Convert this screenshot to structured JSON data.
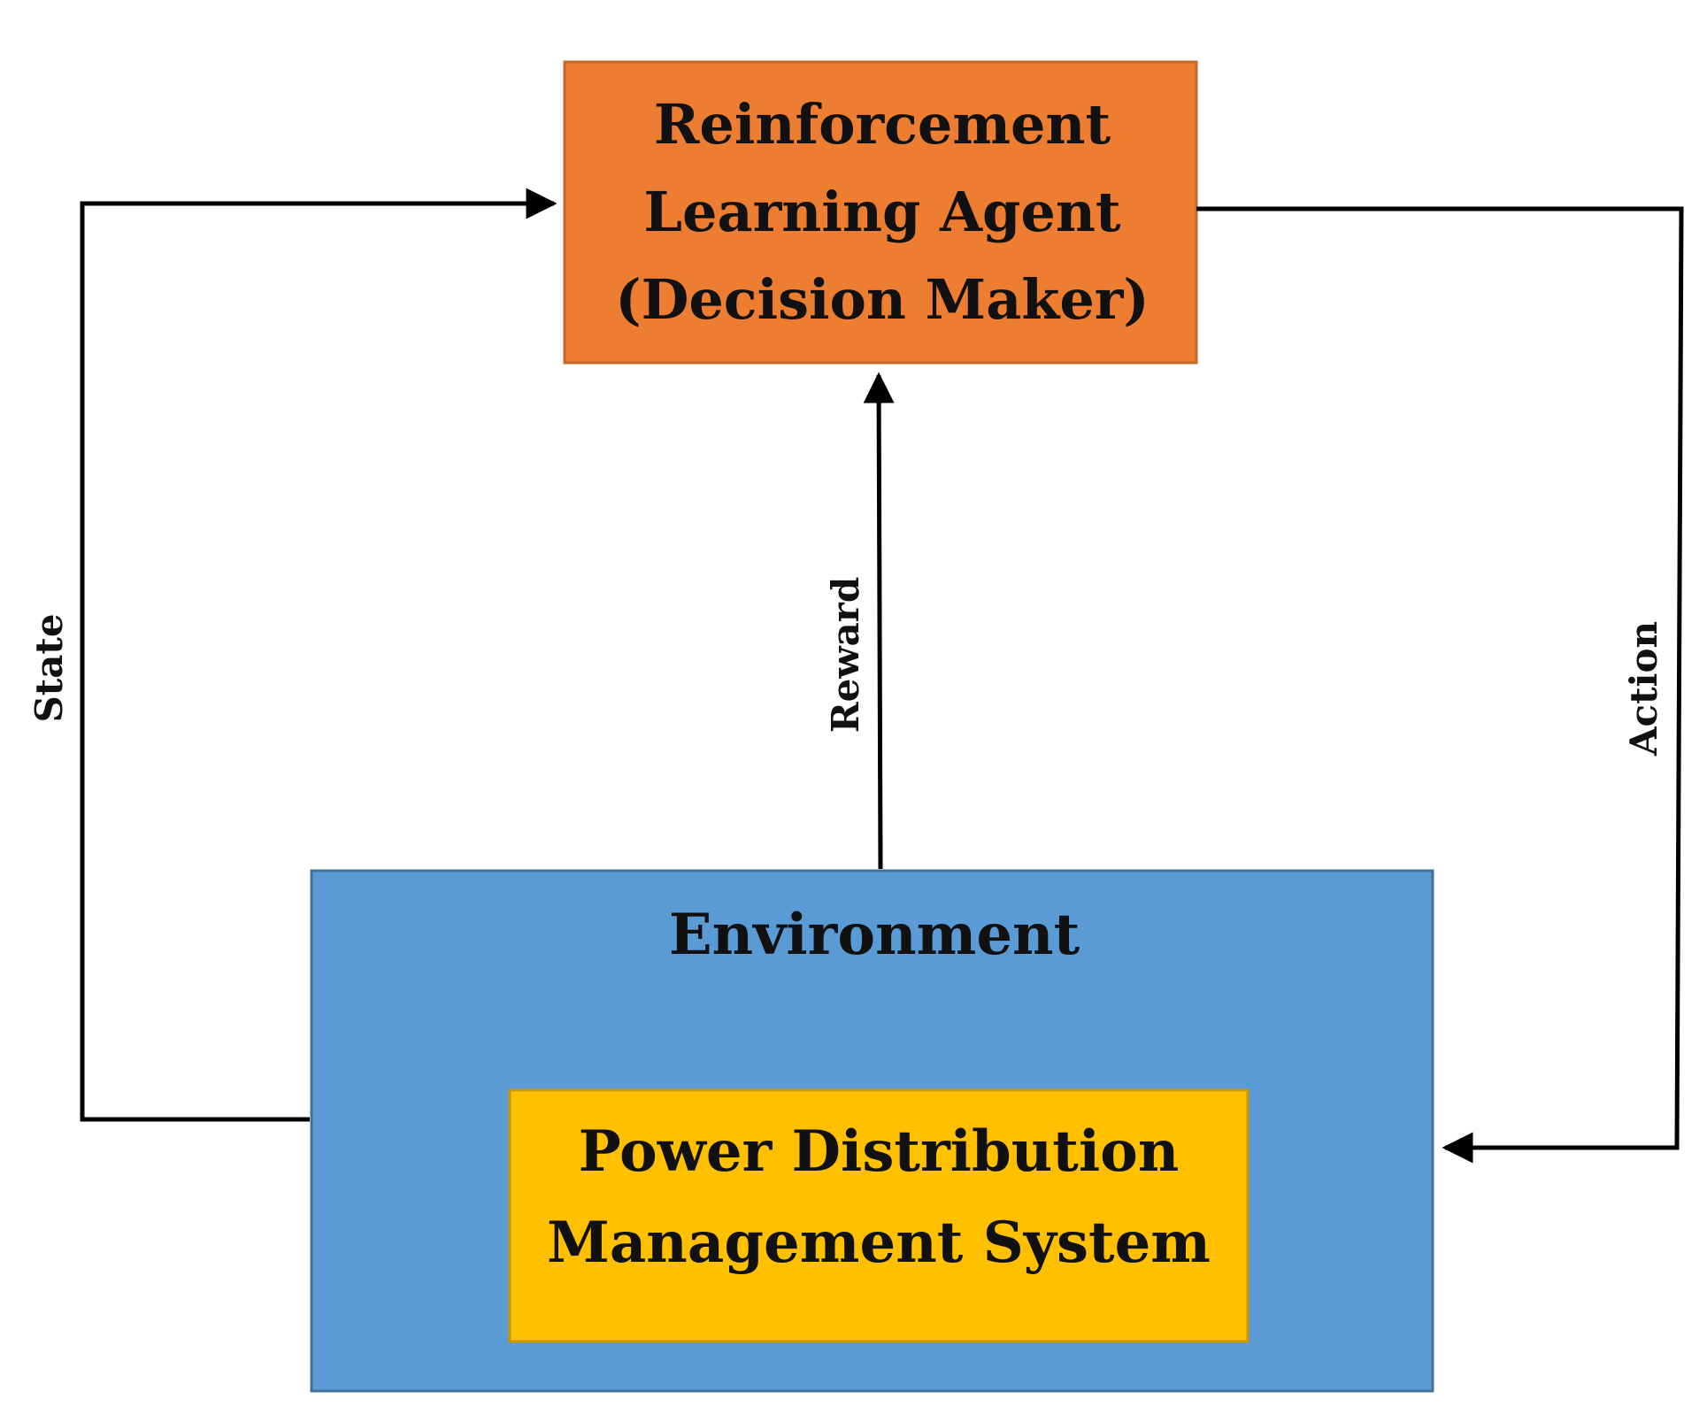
{
  "nodes": {
    "agent": {
      "lines": [
        "Reinforcement",
        "Learning Agent",
        "(Decision Maker)"
      ],
      "fill": "#ED7D31",
      "stroke": "#C86A27"
    },
    "environment": {
      "lines": [
        "Environment"
      ],
      "fill": "#5B9BD5",
      "stroke": "#41719C"
    },
    "pdms": {
      "lines": [
        "Power Distribution",
        "Management System"
      ],
      "fill": "#FFC000",
      "stroke": "#C99A00"
    }
  },
  "edges": {
    "state": {
      "label": "State",
      "from": "environment",
      "to": "agent"
    },
    "reward": {
      "label": "Reward",
      "from": "environment",
      "to": "agent"
    },
    "action": {
      "label": "Action",
      "from": "agent",
      "to": "environment"
    }
  }
}
